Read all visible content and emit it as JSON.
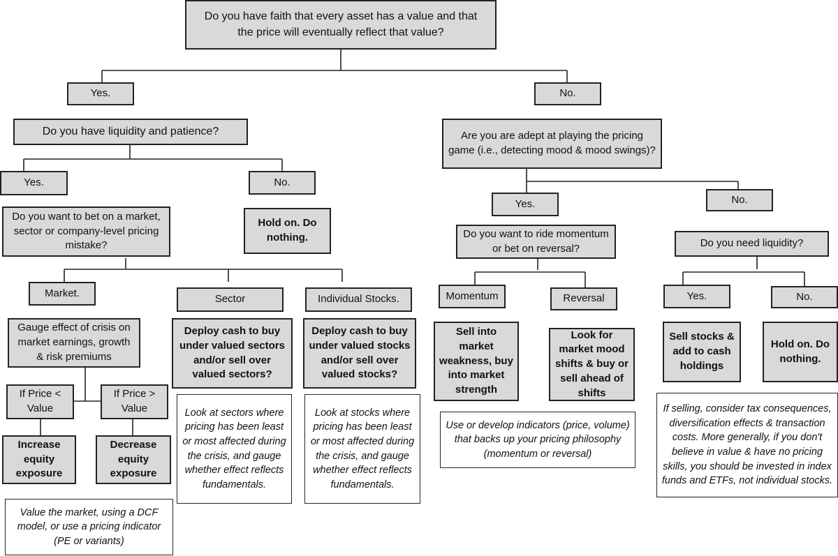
{
  "root": {
    "question": "Do you have faith that every asset has a value and that the price will eventually reflect that value?"
  },
  "left": {
    "answer": "Yes.",
    "question": "Do you have liquidity and patience?",
    "yes_branch": {
      "answer": "Yes.",
      "question": "Do you want to bet on a market, sector or company-level pricing mistake?",
      "market": {
        "label": "Market.",
        "gauge": "Gauge effect of crisis on market earnings, growth & risk premiums",
        "if_lower": "If Price < Value",
        "if_higher": "If Price > Value",
        "increase": "Increase equity exposure",
        "decrease": "Decrease equity exposure",
        "note": "Value the market, using a DCF model, or use a pricing indicator (PE or variants)"
      },
      "sector": {
        "label": "Sector",
        "action": "Deploy cash to buy under valued sectors and/or sell over valued sectors?",
        "note": "Look at sectors where pricing has been least or most affected during the crisis, and gauge whether effect reflects fundamentals."
      },
      "stocks": {
        "label": "Individual Stocks.",
        "action": "Deploy cash to buy under valued stocks and/or sell over valued stocks?",
        "note": "Look at stocks where pricing has been least or most affected during the crisis, and gauge whether effect reflects fundamentals."
      }
    },
    "no_branch": {
      "answer": "No.",
      "action": "Hold on. Do nothing."
    }
  },
  "right": {
    "answer": "No.",
    "question": "Are you are adept at playing the pricing game (i.e., detecting mood & mood swings)?",
    "yes_branch": {
      "answer": "Yes.",
      "question": "Do you want to ride momentum or bet on reversal?",
      "momentum": {
        "label": "Momentum",
        "action": "Sell into market weakness, buy into market strength"
      },
      "reversal": {
        "label": "Reversal",
        "action": "Look for market mood shifts & buy or sell ahead of shifts"
      },
      "note": "Use or develop indicators (price, volume) that backs up your pricing philosophy (momentum or reversal)"
    },
    "no_branch": {
      "answer": "No.",
      "question": "Do you need liquidity?",
      "yes": {
        "answer": "Yes.",
        "action": "Sell stocks & add to cash holdings"
      },
      "no": {
        "answer": "No.",
        "action": "Hold on. Do nothing."
      },
      "note": "If selling, consider tax consequences, diversification effects & transaction costs. More generally, if you don't believe in value & have no pricing skills, you should be invested in index funds and ETFs, not individual stocks."
    }
  }
}
